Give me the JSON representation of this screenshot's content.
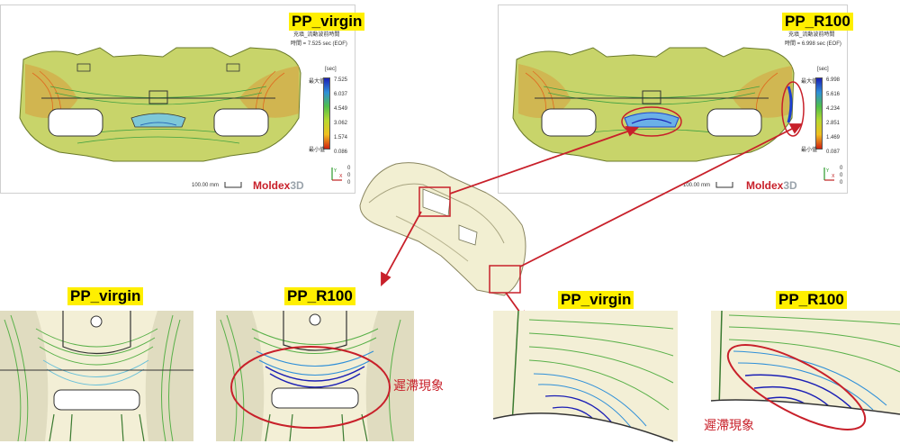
{
  "top_left_panel": {
    "label": "PP_virgin",
    "result_title": "充填_流動波前時間",
    "result_value": "時間 = 7.525 sec (EOF)",
    "unit": "[sec]",
    "max_label": "最大值",
    "min_label": "最小值",
    "ticks": [
      "7.525",
      "6.037",
      "4.549",
      "3.062",
      "1.574",
      "0.086"
    ],
    "scale": "100.00 mm",
    "brand": "Moldex",
    "brand_suffix": "3D",
    "axis_values": [
      "0",
      "0",
      "0"
    ]
  },
  "top_right_panel": {
    "label": "PP_R100",
    "result_title": "充填_流動波前時間",
    "result_value": "時間 = 6.998 sec (EOF)",
    "unit": "[sec]",
    "max_label": "最大值",
    "min_label": "最小值",
    "ticks": [
      "6.998",
      "5.616",
      "4.234",
      "2.851",
      "1.469",
      "0.087"
    ],
    "scale": "100.00 mm",
    "brand": "Moldex",
    "brand_suffix": "3D",
    "axis_values": [
      "0",
      "0",
      "0"
    ]
  },
  "zoom_labels": {
    "bottom_left_1": "PP_virgin",
    "bottom_left_2": "PP_R100",
    "bottom_right_1": "PP_virgin",
    "bottom_right_2": "PP_R100"
  },
  "annotations": {
    "hesitation_1": "遲滯現象",
    "hesitation_2": "遲滯現象"
  },
  "colors": {
    "highlight": "#ffef00",
    "annotation_red": "#c8202a",
    "part_fill": "#f2efd2"
  }
}
